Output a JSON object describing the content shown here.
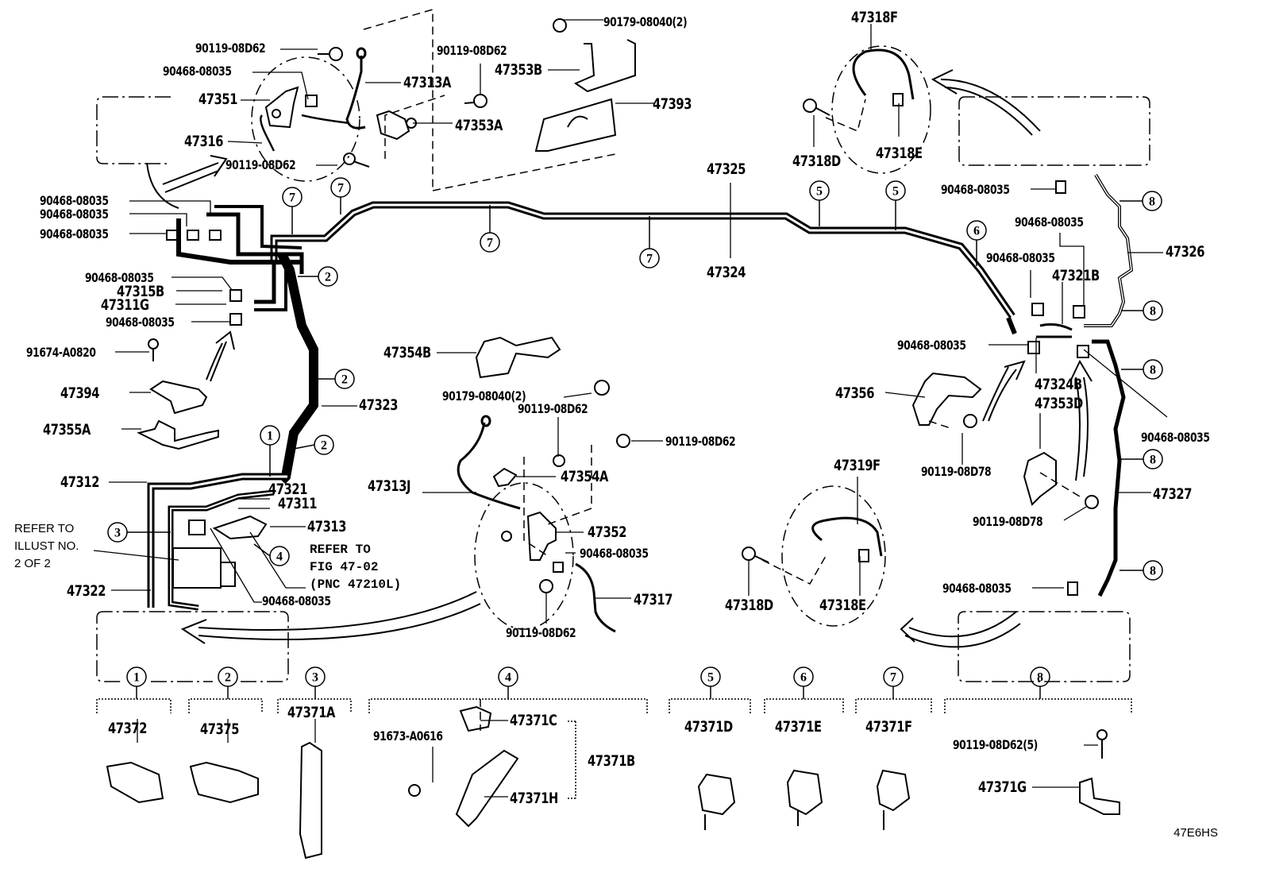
{
  "diagram": {
    "code": "47E6HS",
    "notes": {
      "refer_illust": "REFER TO\nILLUST NO.\n2 OF 2",
      "refer_fig": "REFER TO\nFIG 47-02\n(PNC 47210L)"
    },
    "callouts": [
      "1",
      "2",
      "3",
      "4",
      "5",
      "6",
      "7",
      "8"
    ],
    "labels": {
      "l_90119_a": "90119-08D62",
      "l_90468_a": "90468-08035",
      "l_47351": "47351",
      "l_47316": "47316",
      "l_90119_b": "90119-08D62",
      "l_47313A": "47313A",
      "l_90119_c": "90119-08D62",
      "l_47353A": "47353A",
      "l_90179_a": "90179-08040(2)",
      "l_47353B": "47353B",
      "l_47393": "47393",
      "l_47318F": "47318F",
      "l_47318D_a": "47318D",
      "l_47318E_a": "47318E",
      "l_47325": "47325",
      "l_47324": "47324",
      "l_90468_b1": "90468-08035",
      "l_90468_b2": "90468-08035",
      "l_90468_b3": "90468-08035",
      "l_90468_c": "90468-08035",
      "l_47315B": "47315B",
      "l_47311G": "47311G",
      "l_90468_d": "90468-08035",
      "l_91674": "91674-A0820",
      "l_47394": "47394",
      "l_47355A": "47355A",
      "l_47323": "47323",
      "l_47312": "47312",
      "l_47321": "47321",
      "l_47311": "47311",
      "l_47313": "47313",
      "l_47322": "47322",
      "l_90468_e": "90468-08035",
      "l_47354B": "47354B",
      "l_90179_b": "90179-08040(2)",
      "l_90119_d": "90119-08D62",
      "l_90119_e": "90119-08D62",
      "l_47354A": "47354A",
      "l_47313J": "47313J",
      "l_47352": "47352",
      "l_90468_f": "90468-08035",
      "l_47317": "47317",
      "l_90119_f": "90119-08D62",
      "l_47319F": "47319F",
      "l_47318D_b": "47318D",
      "l_47318E_b": "47318E",
      "l_90468_g": "90468-08035",
      "l_47326": "47326",
      "l_90468_h": "90468-08035",
      "l_90468_i": "90468-08035",
      "l_47321B": "47321B",
      "l_90468_j": "90468-08035",
      "l_47324B": "47324B",
      "l_47353D": "47353D",
      "l_90468_k": "90468-08035",
      "l_47356": "47356",
      "l_90119_g": "90119-08D78",
      "l_90119_h": "90119-08D78",
      "l_47327": "47327",
      "l_90468_l": "90468-08035",
      "l_47372": "47372",
      "l_47375": "47375",
      "l_47371A": "47371A",
      "l_91673": "91673-A0616",
      "l_47371C": "47371C",
      "l_47371B": "47371B",
      "l_47371H": "47371H",
      "l_47371D": "47371D",
      "l_47371E": "47371E",
      "l_47371F": "47371F",
      "l_90119_i": "90119-08D62(5)",
      "l_47371G": "47371G"
    }
  }
}
